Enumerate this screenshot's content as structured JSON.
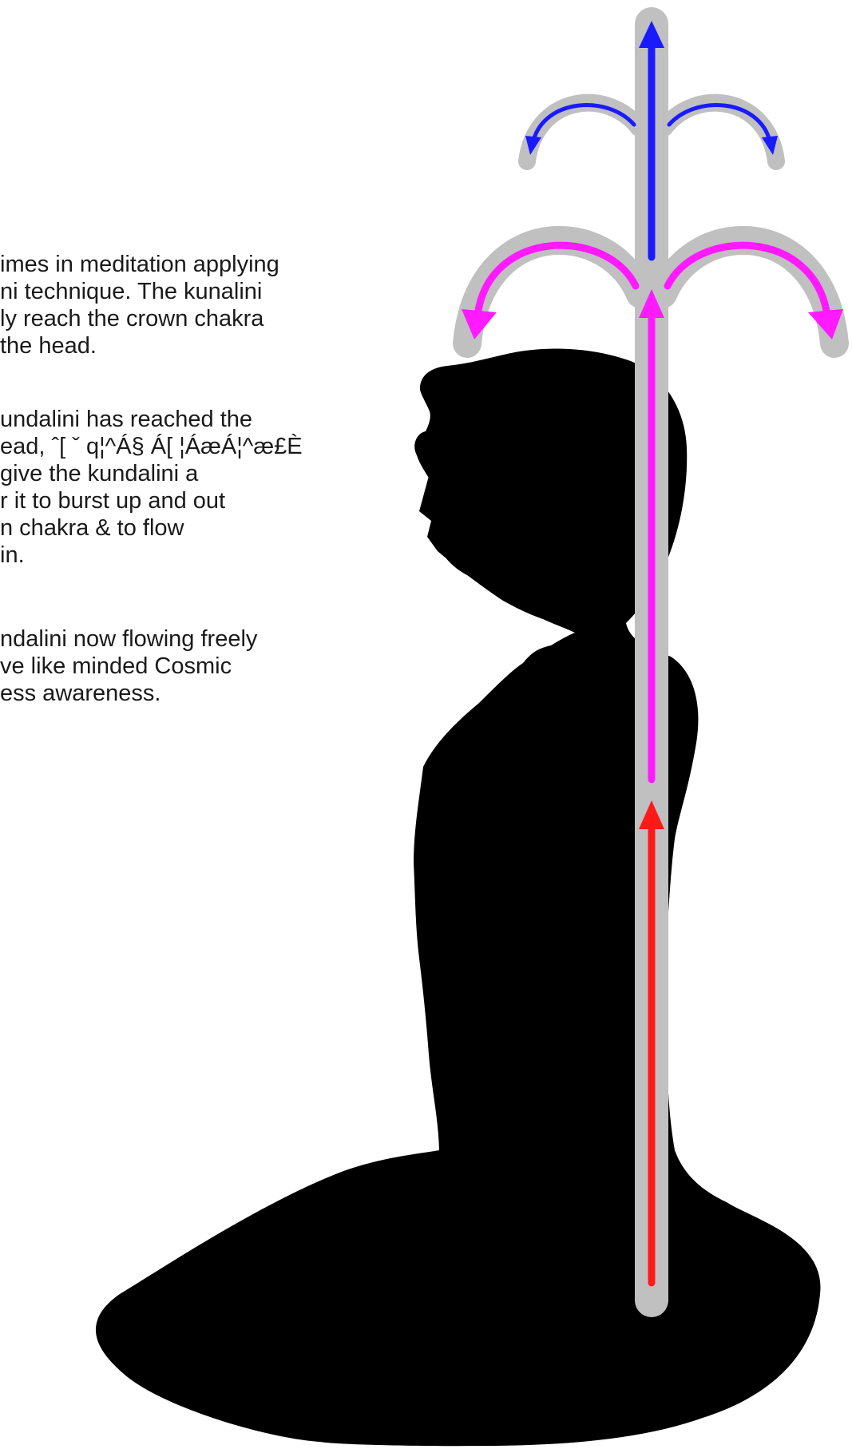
{
  "paragraphs": [
    {
      "lines": [
        "imes in meditation applying",
        "ni technique. The kunalini",
        "ly reach the crown chakra",
        " the head."
      ]
    },
    {
      "lines": [
        "undalini has reached the",
        "ead, ˆ[ ˇ q¦^Á§ Á[ ¦ÁæÁ¦^æ£È",
        " give the kundalini a",
        "r it to burst up and out",
        "n chakra & to flow",
        "in."
      ]
    },
    {
      "lines": [
        "ndalini now flowing freely",
        "ve like minded Cosmic",
        "ess awareness."
      ]
    }
  ],
  "colors": {
    "background": "#ffffff",
    "silhouette": "#000000",
    "channel": "#c0c0c0",
    "lower_flow": "#ff1a1a",
    "middle_flow": "#ff1aff",
    "upper_flow": "#1a1aff"
  }
}
